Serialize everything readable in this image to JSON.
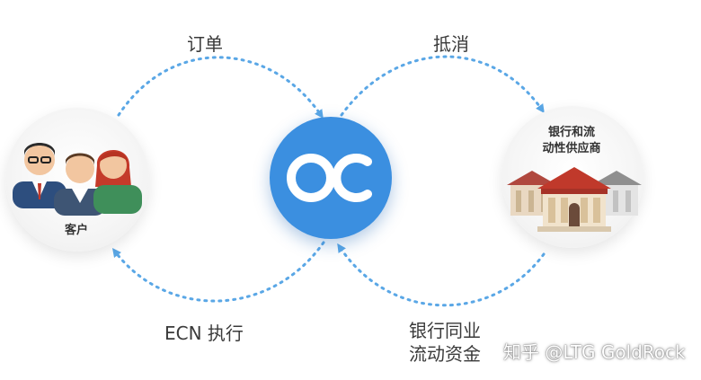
{
  "flows": {
    "order": "订单",
    "offset": "抵消",
    "ecn_execution": "ECN 执行",
    "interbank_line1": "银行同业",
    "interbank_line2": "流动资金"
  },
  "nodes": {
    "clients": "客户",
    "banks_line1": "银行和流",
    "banks_line2": "动性供应商",
    "center_logo": "OC"
  },
  "watermark": "知乎 @LTG GoldRock",
  "colors": {
    "accent_blue": "#3b8fe0",
    "arrow_blue": "#5aa7e6",
    "label_text": "#3a3a3a"
  }
}
